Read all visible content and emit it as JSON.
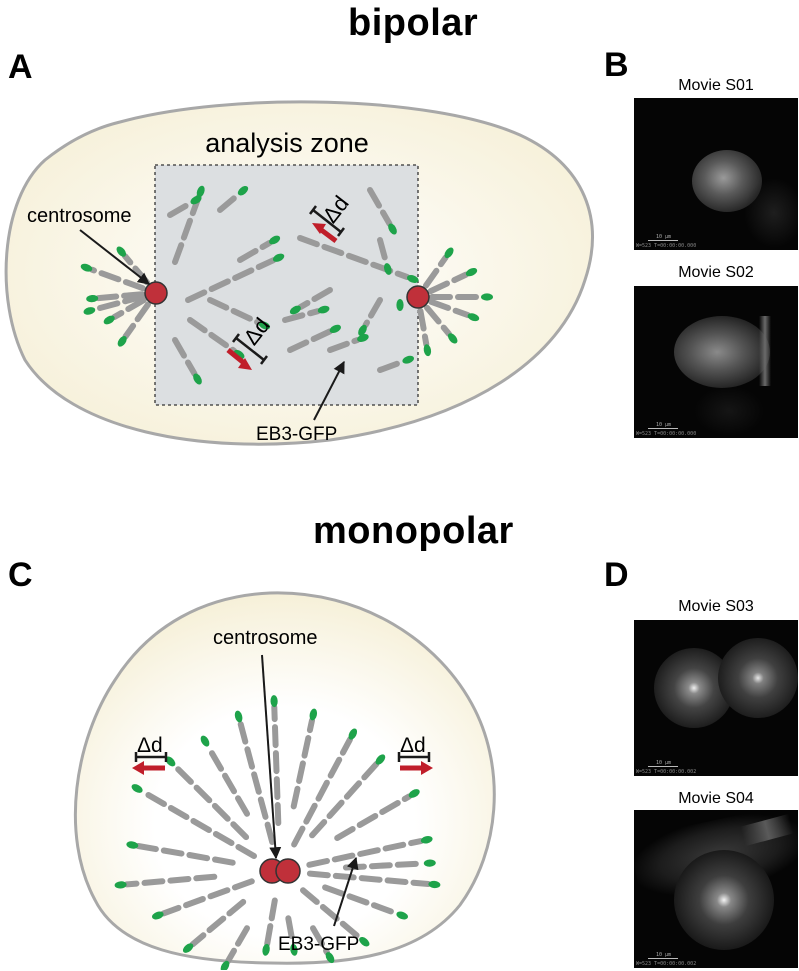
{
  "titles": {
    "bipolar": "bipolar",
    "monopolar": "monopolar"
  },
  "panels": {
    "A": "A",
    "B": "B",
    "C": "C",
    "D": "D"
  },
  "bipolar_diagram": {
    "zone_label": "analysis zone",
    "centrosome_label": "centrosome",
    "eb3_label": "EB3-GFP",
    "delta_label": "Δd"
  },
  "monopolar_diagram": {
    "centrosome_label": "centrosome",
    "eb3_label": "EB3-GFP",
    "delta_label": "Δd"
  },
  "movies": [
    {
      "label": "Movie S01",
      "scale_text": "10 µm",
      "stamp": "W=523 T=00:00:00.000"
    },
    {
      "label": "Movie S02",
      "scale_text": "10 µm",
      "stamp": "W=523 T=00:00:00.000"
    },
    {
      "label": "Movie S03",
      "scale_text": "10 µm",
      "stamp": "W=523 T=00:00:00.002"
    },
    {
      "label": "Movie S04",
      "scale_text": "10 µm",
      "stamp": "W=523 T=00:00:00.002"
    }
  ],
  "colors": {
    "cell_fill": "#f7f2dc",
    "cell_stroke": "#a8a8a8",
    "zone_fill": "#dcdfe1",
    "microtubule": "#9a9a9a",
    "eb3_tip": "#1ea34a",
    "centrosome": "#c0303a",
    "arrow_red": "#c01e2a"
  }
}
